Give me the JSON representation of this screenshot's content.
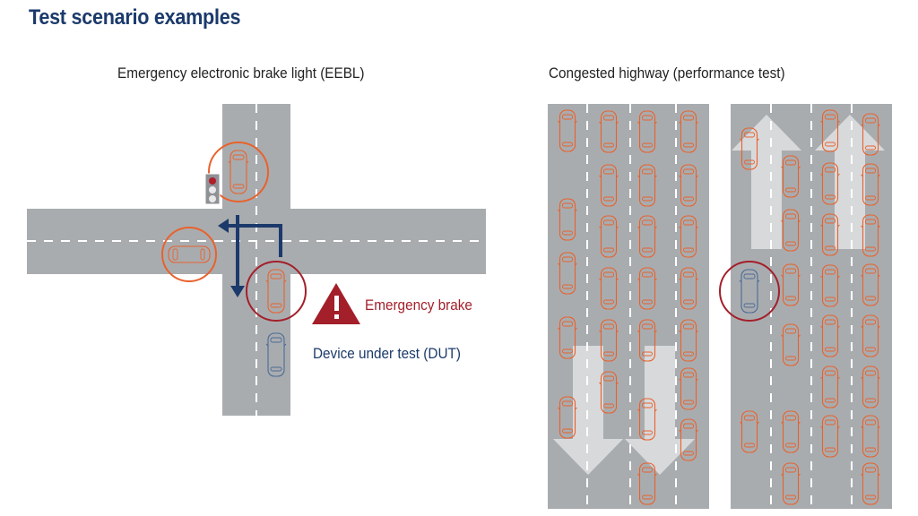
{
  "page": {
    "title": "Test scenario examples"
  },
  "eebl": {
    "heading": "Emergency electronic brake light (EEBL)",
    "emergency_label": "Emergency brake",
    "dut_label": "Device under test (DUT)"
  },
  "highway": {
    "heading": "Congested highway (performance test)"
  },
  "colors": {
    "title": "#1b3a6b",
    "road": "#a9acaf",
    "lane_marking": "#ffffff",
    "car_outline": "#e8622c",
    "dut_car": "#4a6a96",
    "circle_orange": "#e8622c",
    "circle_dark_red": "#a31f2a",
    "arrow_blue": "#1b3a6b",
    "warning_red": "#a31f2a",
    "dut_text": "#1b3a6b"
  },
  "icons": {
    "warning": "warning-triangle-icon",
    "traffic_light": "traffic-light-icon"
  }
}
